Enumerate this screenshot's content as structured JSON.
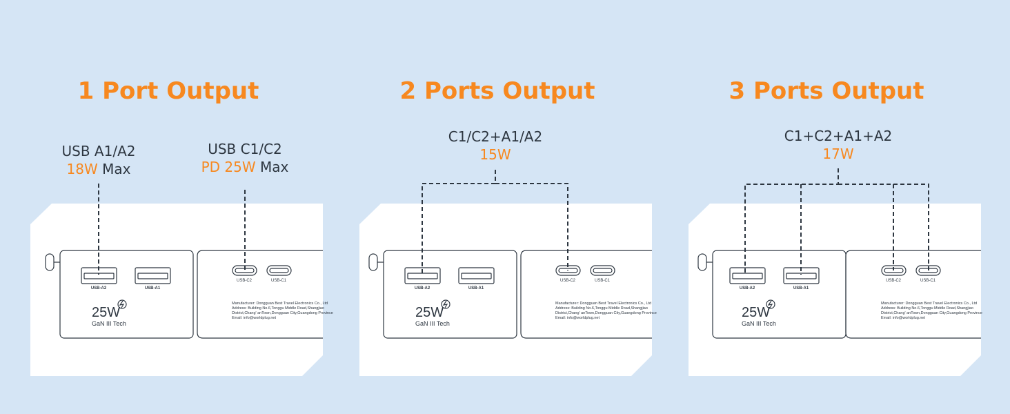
{
  "panels": [
    {
      "title": "1 Port Output",
      "labels": [
        {
          "line1": "USB A1/A2",
          "highlight": "18W",
          "suffix": " Max"
        },
        {
          "line1": "USB C1/C2",
          "highlight": "PD 25W",
          "suffix": " Max"
        }
      ]
    },
    {
      "title": "2 Ports Output",
      "labels": [
        {
          "line1": "C1/C2+A1/A2",
          "highlight": "15W",
          "suffix": ""
        }
      ]
    },
    {
      "title": "3 Ports Output",
      "labels": [
        {
          "line1": "C1+C2+A1+A2",
          "highlight": "17W",
          "suffix": ""
        }
      ]
    }
  ],
  "device": {
    "port_a2": "USB-A2",
    "port_a1": "USB-A1",
    "port_c2": "USB-C2",
    "port_c1": "USB-C1",
    "power_badge": "25W",
    "tech": "GaN III Tech",
    "info_lines": [
      "Manufacturer: Dongguan Best Travel Electronics Co., Ltd",
      "Address: Building No.6,Tonggu Middle Road,Shangjiao",
      "District,Chang' anTown,Dongguan City,Guangdong Province",
      "Email: info@worldplug.net"
    ]
  },
  "colors": {
    "background": "#d5e5f5",
    "accent": "#f7881f",
    "text": "#2d3640",
    "card": "#ffffff",
    "line": "#2d3640"
  }
}
